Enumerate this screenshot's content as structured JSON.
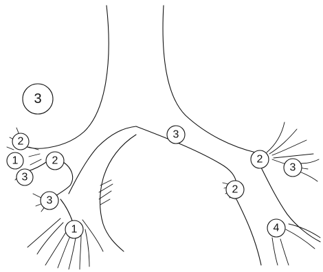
{
  "diagram": {
    "markers": [
      {
        "id": "m-upper-left-free",
        "label": "3"
      },
      {
        "id": "m-left-top",
        "label": "2"
      },
      {
        "id": "m-left-mid",
        "label": "1"
      },
      {
        "id": "m-left-low",
        "label": "3"
      },
      {
        "id": "m-left-junction",
        "label": "2"
      },
      {
        "id": "m-left-lower",
        "label": "3"
      },
      {
        "id": "m-left-bottom",
        "label": "1"
      },
      {
        "id": "m-center",
        "label": "3"
      },
      {
        "id": "m-right-mid",
        "label": "2"
      },
      {
        "id": "m-right-upper",
        "label": "2"
      },
      {
        "id": "m-right-far",
        "label": "3"
      },
      {
        "id": "m-right-bottom",
        "label": "4"
      }
    ]
  }
}
